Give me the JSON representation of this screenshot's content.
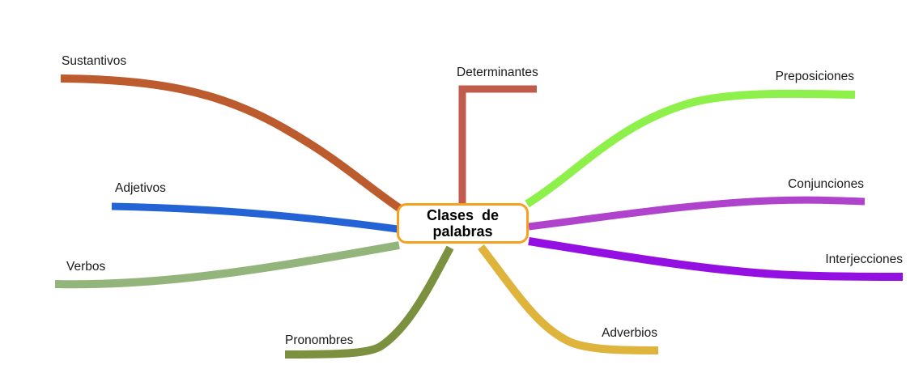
{
  "page": {
    "background": "#ffffff",
    "label_text_color": "#1a1a1a"
  },
  "center_node": {
    "line1": "Clases  de",
    "line2": "palabras",
    "border_color": "#F5A01E",
    "fill_color": "#ffffff",
    "text_color": "#000000"
  },
  "branches": [
    {
      "label": "Sustantivos",
      "color": "#BC5B2D"
    },
    {
      "label": "Determinantes",
      "color": "#C15B4D"
    },
    {
      "label": "Preposiciones",
      "color": "#8DF04B"
    },
    {
      "label": "Adjetivos",
      "color": "#2363D6"
    },
    {
      "label": "Conjunciones",
      "color": "#AF43CB"
    },
    {
      "label": "Verbos",
      "color": "#93B47B"
    },
    {
      "label": "Interjecciones",
      "color": "#9410E2"
    },
    {
      "label": "Pronombres",
      "color": "#7C913F"
    },
    {
      "label": "Adverbios",
      "color": "#DFB43D"
    }
  ]
}
